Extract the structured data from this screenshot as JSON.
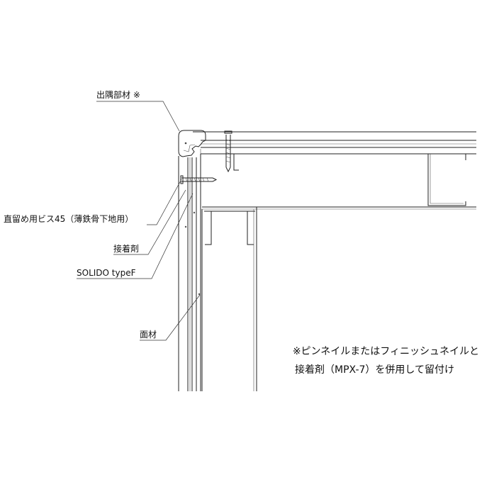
{
  "labels": {
    "corner_member": "出隅部材 ※",
    "screw": "直留め用ビス45（薄鉄骨下地用）",
    "adhesive": "接着剤",
    "product": "SOLIDO typeF",
    "surface_material": "面材"
  },
  "note": {
    "line1": "※ピンネイルまたはフィニッシュネイルと",
    "line2": "接着剤（MPX-7）を併用して留付け"
  }
}
